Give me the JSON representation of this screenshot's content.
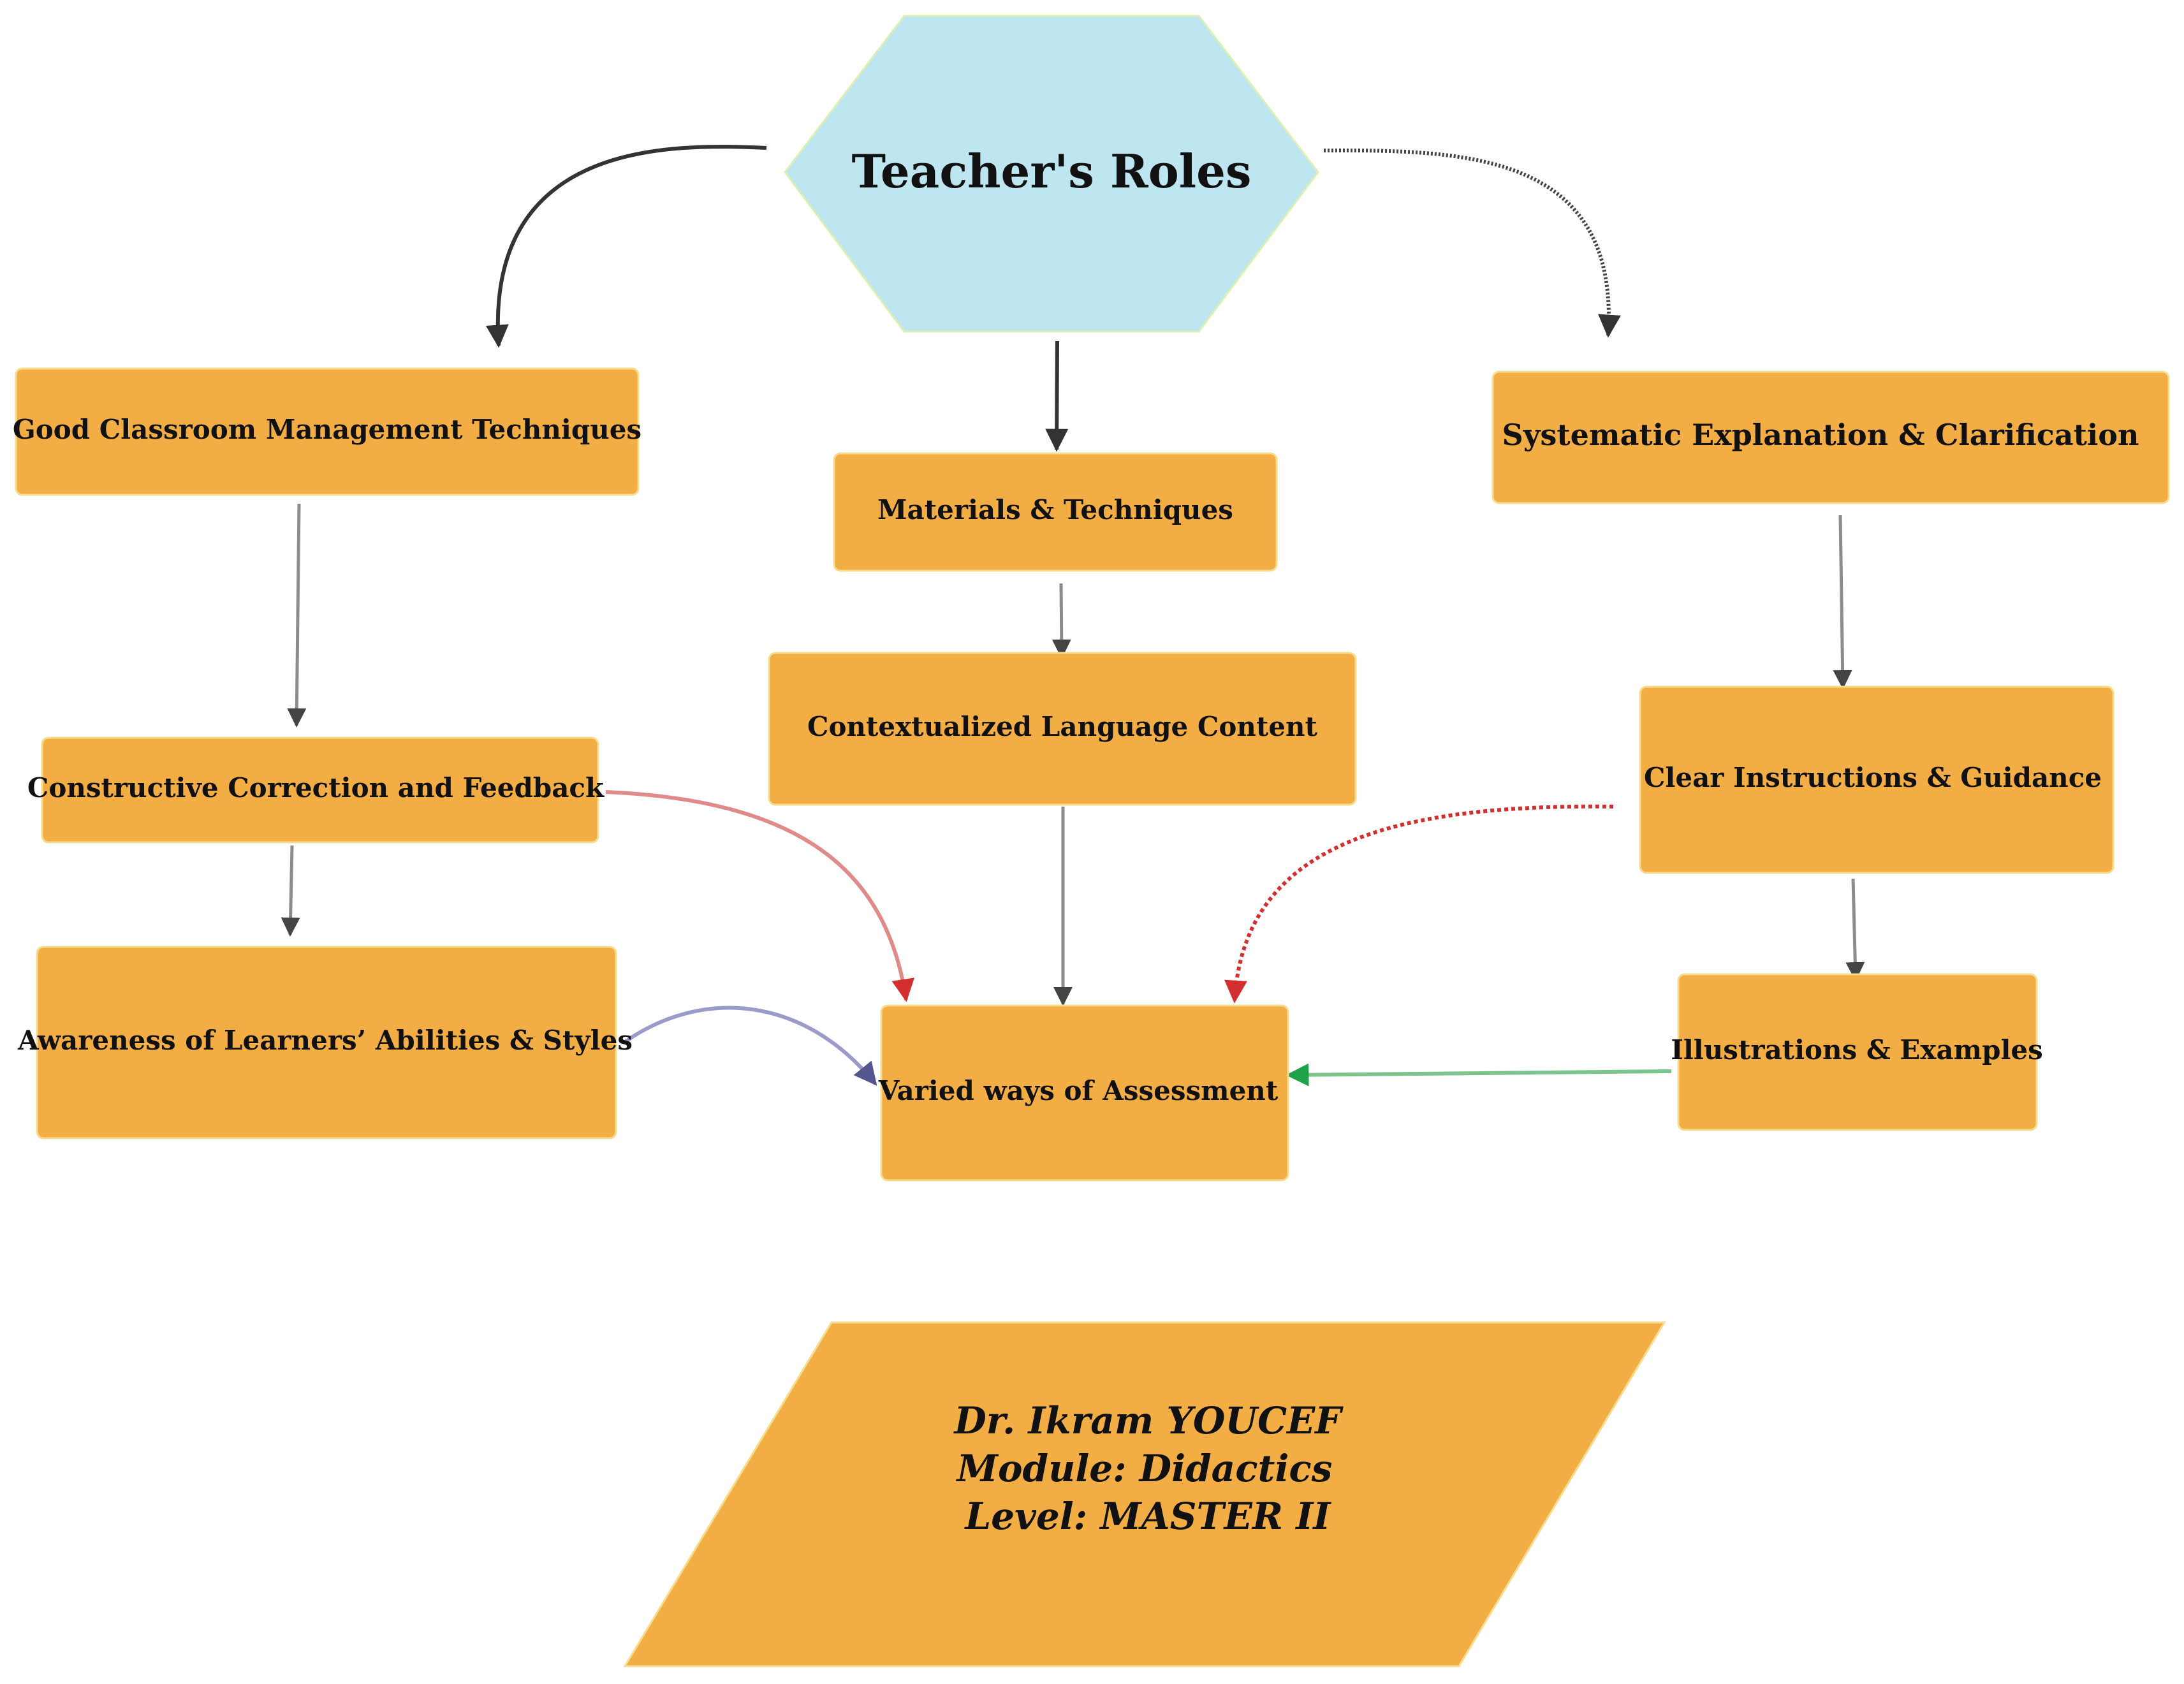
{
  "nodes": {
    "teachers_roles": "Teacher's Roles",
    "good_classroom": "Good Classroom Management Techniques",
    "materials": "Materials & Techniques",
    "systematic": "Systematic Explanation & Clarification",
    "contextualized": "Contextualized Language Content",
    "constructive": "Constructive Correction and Feedback",
    "clear_instructions": "Clear Instructions & Guidance",
    "awareness": "Awareness of Learners’ Abilities & Styles",
    "illustrations": "Illustrations & Examples",
    "varied_assessment": "Varied ways of Assessment"
  },
  "credit": {
    "author": "Dr. Ikram YOUCEF",
    "module": "Module: Didactics",
    "level": "Level: MASTER II"
  },
  "colors": {
    "box_fill": "#F2AE45",
    "hexagon_fill": "#BDE6F1",
    "arrow_dark": "#333333",
    "arrow_gray": "#8C8C8C",
    "arrow_red": "#D32F2F",
    "arrow_pink": "#E08A8A",
    "arrow_purple": "#9B9BCB",
    "arrow_green": "#7CC48E"
  }
}
